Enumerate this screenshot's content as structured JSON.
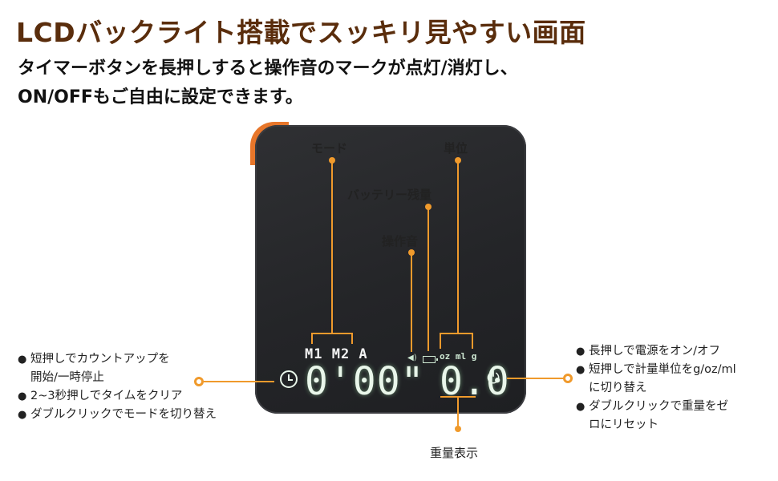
{
  "headline": "LCDバックライト搭載でスッキリ見やすい画面",
  "subheadline": {
    "line1": "タイマーボタンを長押しすると操作音のマークが点灯/消灯し、",
    "line2": "ON/OFFもご自由に設定できます。"
  },
  "display": {
    "mode_indicators": "M1 M2 A",
    "timer": "0'00\"",
    "weight": "0.0",
    "units": "oz  ml  g"
  },
  "callouts": {
    "mode": "モード",
    "unit": "単位",
    "battery": "バッテリー残量",
    "sound": "操作音",
    "weight": "重量表示"
  },
  "left_notes": [
    "短押しでカウントアップを",
    "開始/一時停止",
    "2~3秒押しでタイムをクリア",
    "ダブルクリックでモードを切り替え"
  ],
  "right_notes": [
    "長押しで電源をオン/オフ",
    "短押しで計量単位をg/oz/ml",
    "に切り替え",
    "ダブルクリックで重量をゼ",
    "ロにリセット"
  ],
  "colors": {
    "headline": "#5a2d0c",
    "accent": "#f09a2c",
    "device_edge": "#e7762a",
    "device_body": "#2a2b2e"
  },
  "icons": [
    "clock-icon",
    "power-icon",
    "speaker-icon",
    "battery-icon"
  ]
}
